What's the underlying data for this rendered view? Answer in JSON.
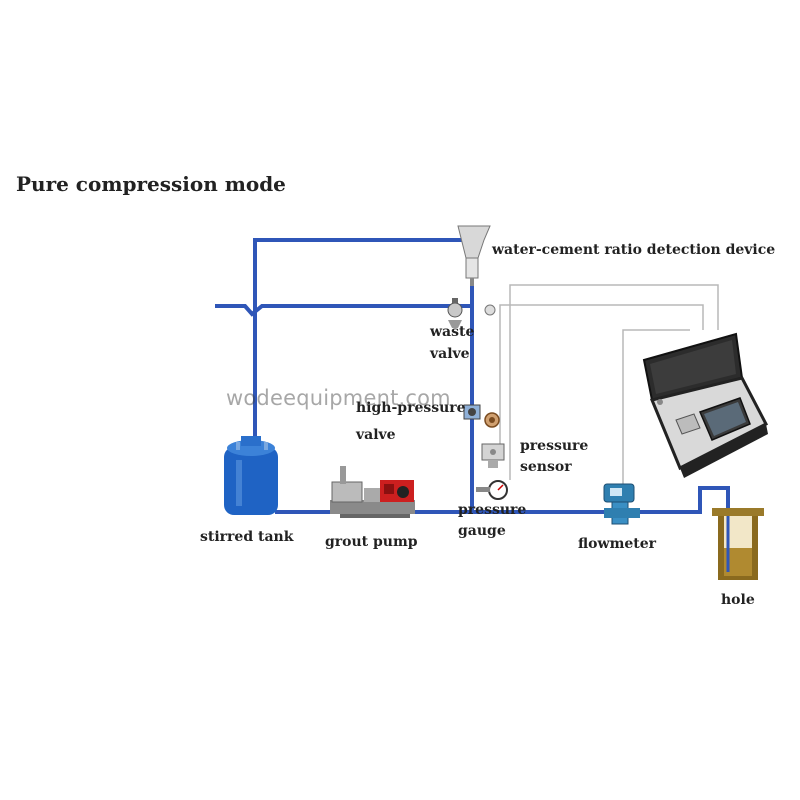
{
  "title": "Pure compression mode",
  "watermark": "wodeequipment.com",
  "labels": {
    "detector": "water-cement ratio detection device",
    "waste_valve_1": "waste",
    "waste_valve_2": "valve",
    "hp_valve_1": "high-pressure",
    "hp_valve_2": "valve",
    "pressure_sensor_1": "pressure",
    "pressure_sensor_2": "sensor",
    "pressure_gauge_1": "pressure",
    "pressure_gauge_2": "gauge",
    "stirred_tank": "stirred tank",
    "grout_pump": "grout pump",
    "flowmeter": "flowmeter",
    "hole": "hole"
  },
  "colors": {
    "pipe": "#2f56b8",
    "signal_wire": "#b8b8b8",
    "tank": "#1f63c4",
    "pump_red": "#cc1f1f",
    "flowmeter": "#2f7fb0",
    "device_case": "#2a2a2a",
    "hole_fill": "#8a6a1e"
  }
}
